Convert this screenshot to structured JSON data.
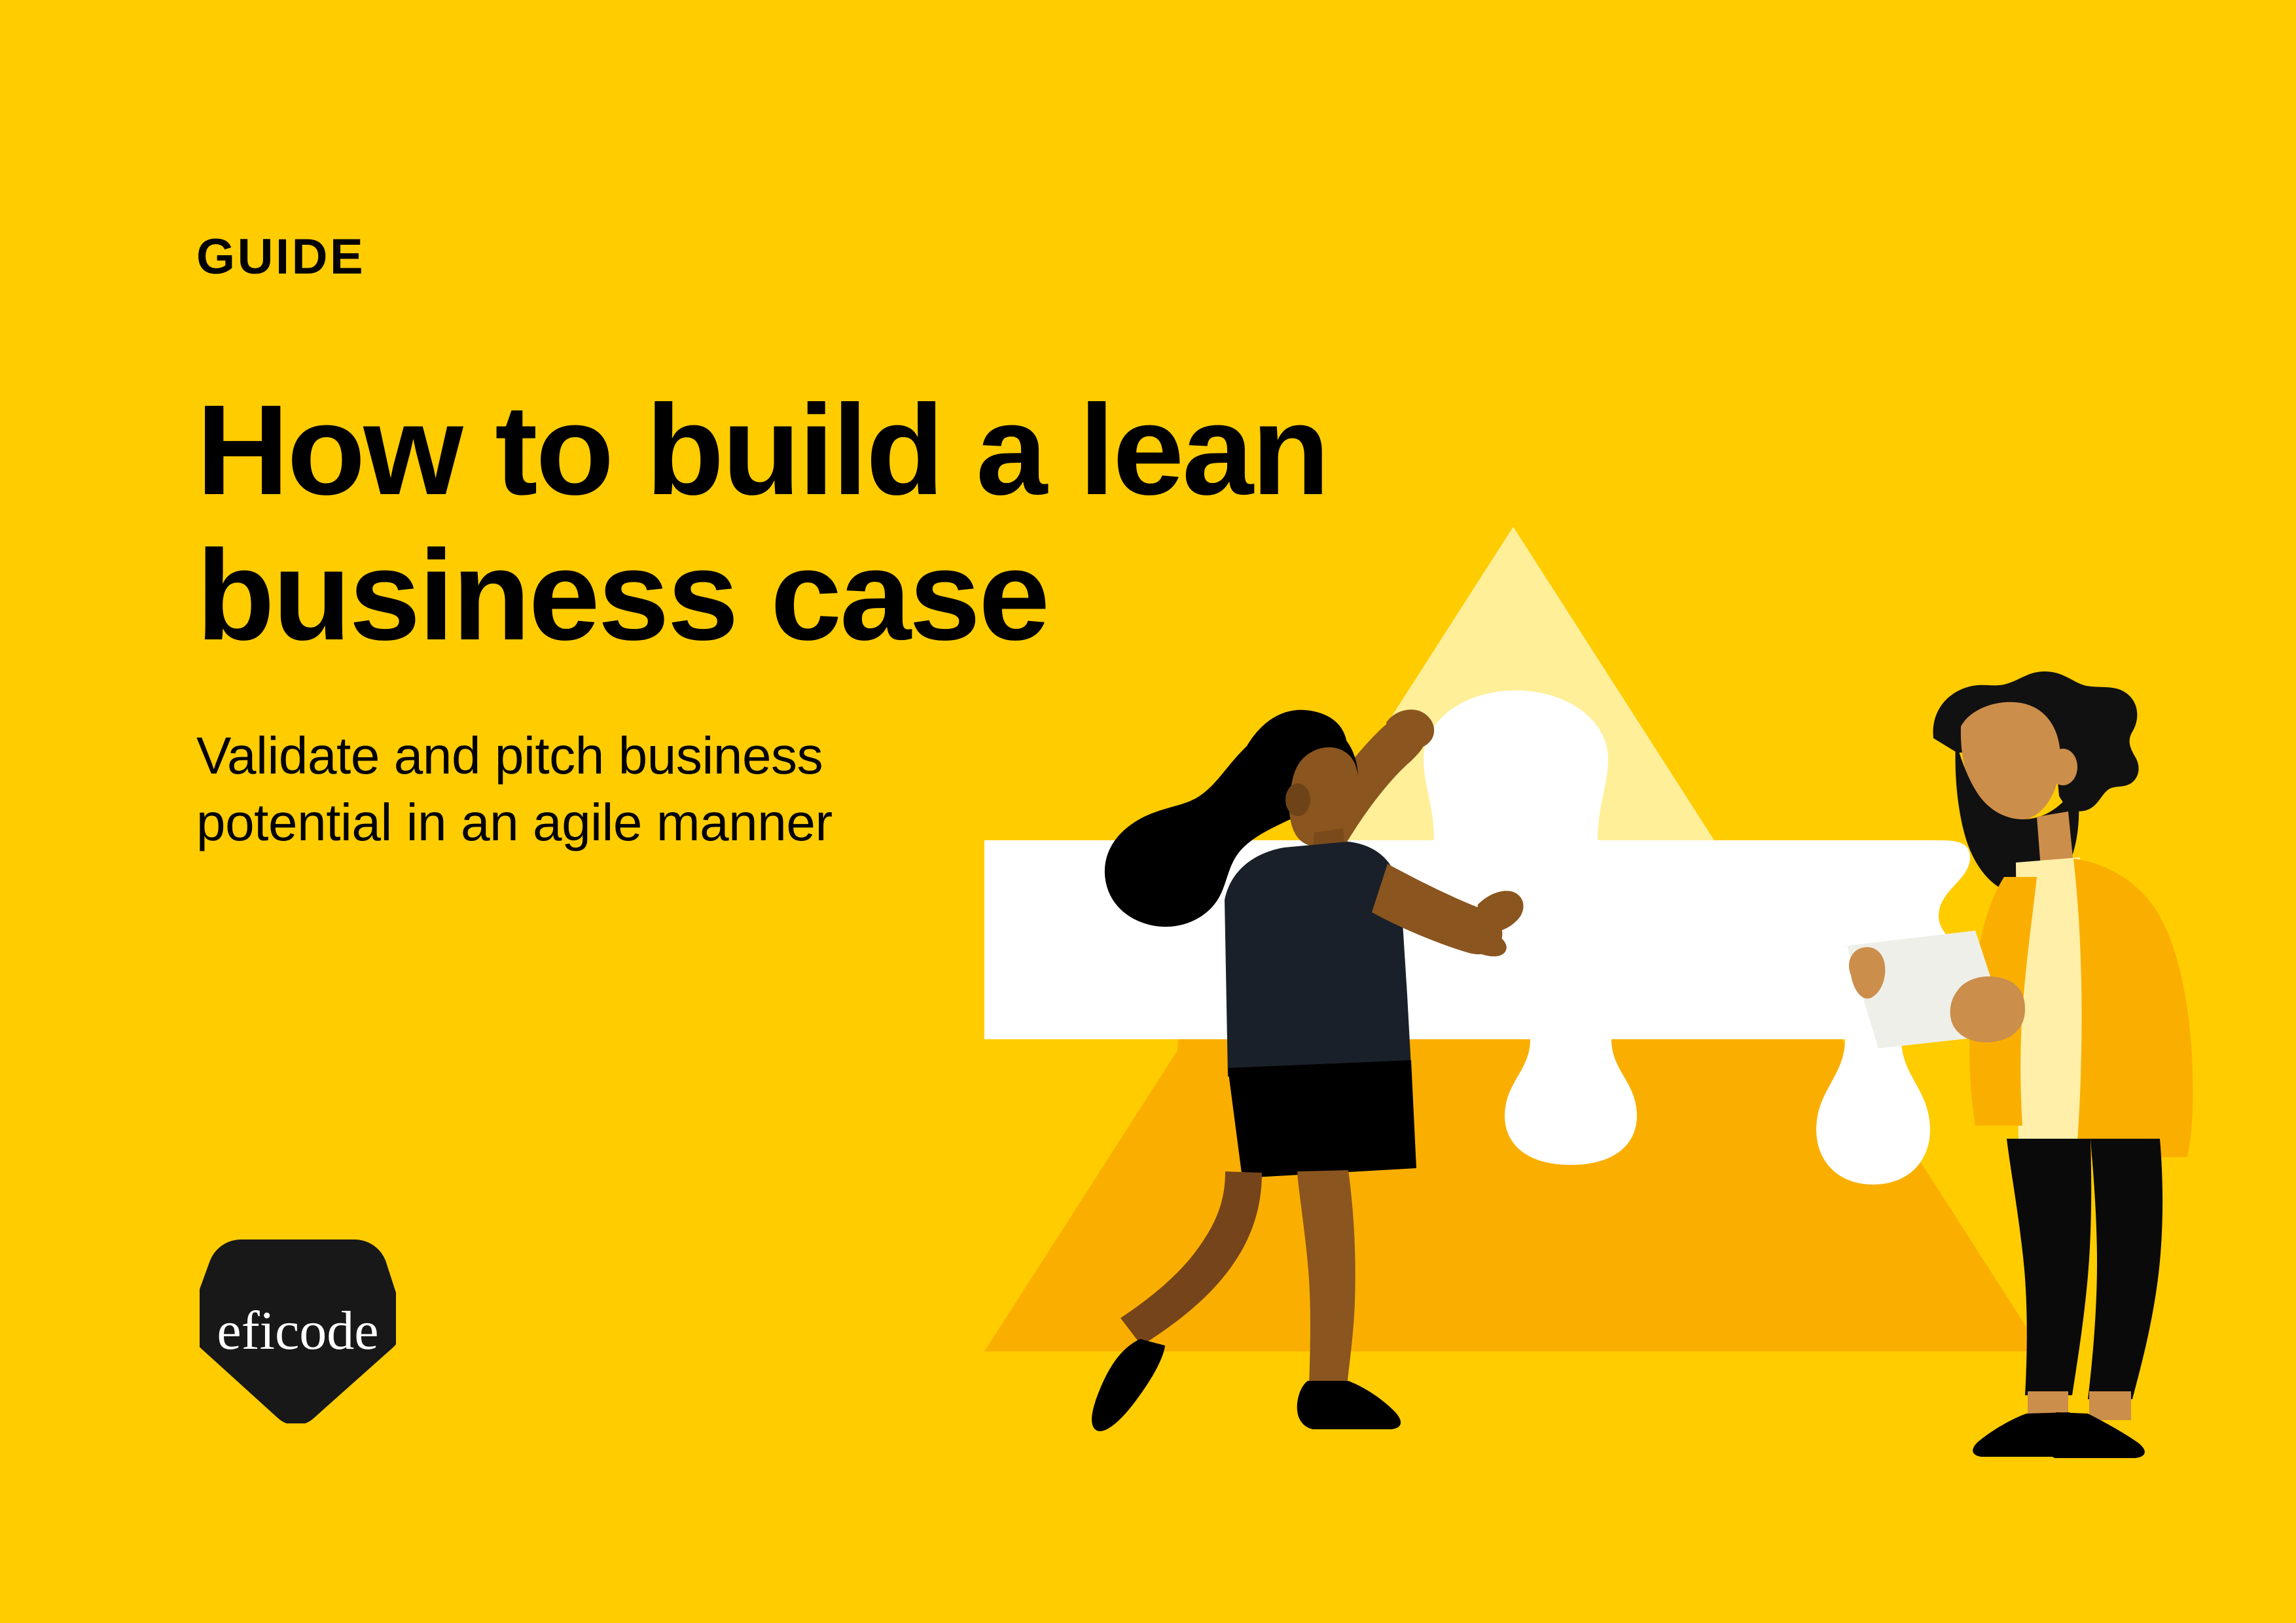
{
  "page": {
    "background_color": "#FFCC00",
    "text_color": "#000000"
  },
  "header": {
    "eyebrow": "GUIDE",
    "title": "How to build a lean\nbusiness case",
    "subtitle": "Validate and pitch business\npotential in an agile manner"
  },
  "logo": {
    "wordmark": "eficode",
    "shape": "pentagon-badge",
    "shape_color": "#181818",
    "text_color": "#FFFFFF"
  },
  "illustration": {
    "name": "two-people-assembling-puzzle-triangle",
    "triangle": {
      "top_band_color": "#FFEF99",
      "middle_band_color": "#FFFFFF",
      "bottom_band_color": "#FAAF00"
    },
    "puzzle_piece": {
      "color": "#FFFFFF",
      "label": "white-puzzle-piece"
    },
    "figure_left": {
      "name": "woman-placing-puzzle-piece",
      "skin": "#8A551F",
      "hair": "#000000",
      "top": "#1A2029",
      "skirt": "#000000",
      "shoes": "#000000"
    },
    "figure_right": {
      "name": "man-holding-paper",
      "skin": "#CC8E4B",
      "hair": "#111111",
      "jacket": "#FAAF00",
      "shirt": "#FFEFA8",
      "trousers": "#0A0A0A",
      "shoes": "#000000",
      "paper": "#EFEFEA"
    }
  }
}
